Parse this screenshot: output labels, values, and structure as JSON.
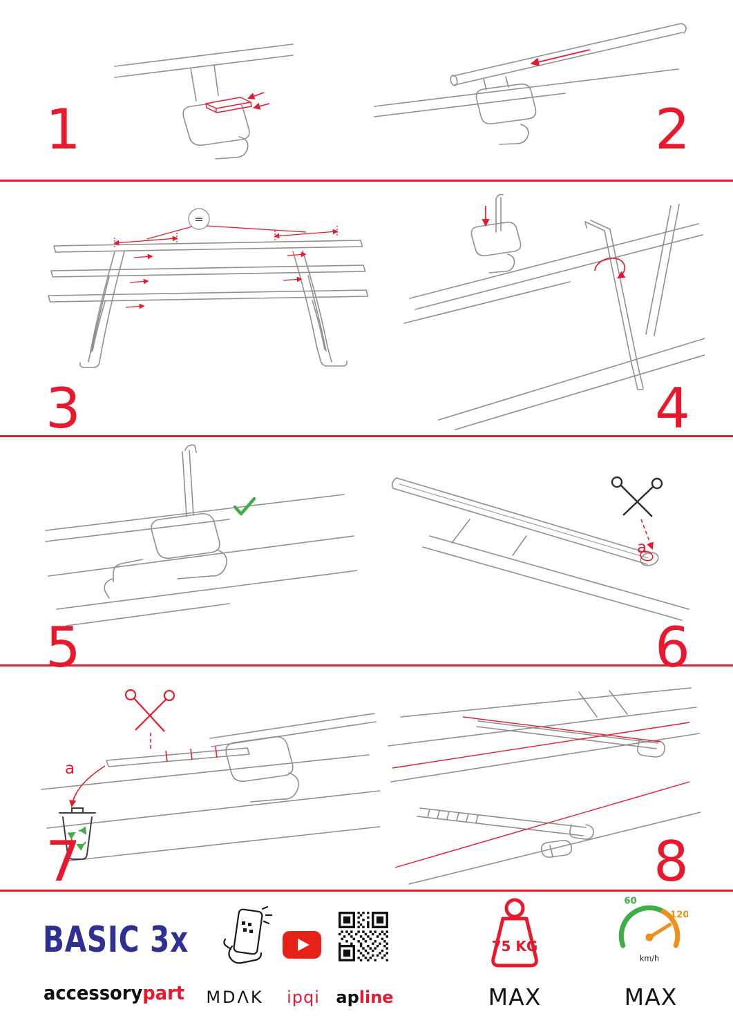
{
  "page": {
    "accent_color": "#e8192c",
    "brand_color": "#2e3192"
  },
  "steps": [
    {
      "number": "1"
    },
    {
      "number": "2"
    },
    {
      "number": "3",
      "equal_symbol": "="
    },
    {
      "number": "4"
    },
    {
      "number": "5"
    },
    {
      "number": "6",
      "cut_label": "a"
    },
    {
      "number": "7",
      "cut_label": "a"
    },
    {
      "number": "8"
    }
  ],
  "footer": {
    "product_name": "BASIC 3x",
    "brand": {
      "black": "accessory",
      "red": "part"
    },
    "app_label": "MDΛK",
    "video_label": "ipqi",
    "site_label": {
      "black": "ap",
      "red": "line"
    },
    "weight": {
      "value": "75 KG",
      "label": "MAX"
    },
    "speed": {
      "tick_low": "60",
      "tick_high": "120",
      "unit": "km/h",
      "label": "MAX"
    }
  }
}
